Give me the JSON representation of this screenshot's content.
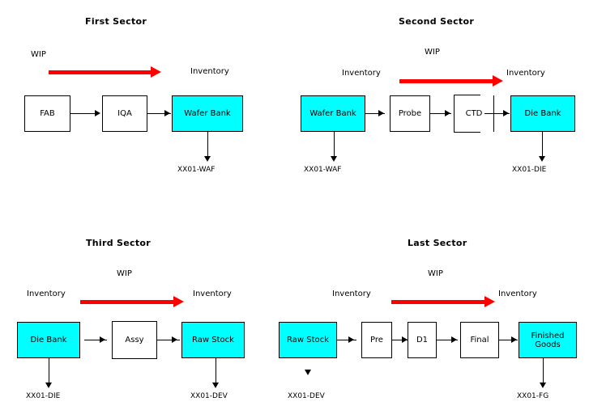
{
  "colors": {
    "inventory_fill": "#00FFFF",
    "wip_arrow": "#FF0000",
    "line": "#000000",
    "background": "#FFFFFF",
    "process_fill": "#FFFFFF"
  },
  "sectors": [
    {
      "title": "First Sector",
      "wip_label": "WIP",
      "inventory_labels": [
        "Inventory"
      ],
      "nodes": [
        {
          "label": "FAB",
          "type": "process"
        },
        {
          "label": "IQA",
          "type": "process"
        },
        {
          "label": "Wafer Bank",
          "type": "inventory"
        }
      ],
      "outputs": [
        {
          "label": "XX01-WAF",
          "from": "Wafer Bank"
        }
      ]
    },
    {
      "title": "Second Sector",
      "wip_label": "WIP",
      "inventory_labels": [
        "Inventory",
        "Inventory"
      ],
      "nodes": [
        {
          "label": "Wafer Bank",
          "type": "inventory"
        },
        {
          "label": "Probe",
          "type": "process"
        },
        {
          "label": "CTD",
          "type": "process"
        },
        {
          "label": "Die Bank",
          "type": "inventory"
        }
      ],
      "outputs": [
        {
          "label": "XX01-WAF",
          "from": "Wafer Bank"
        },
        {
          "label": "XX01-DIE",
          "from": "Die Bank"
        }
      ]
    },
    {
      "title": "Third Sector",
      "wip_label": "WIP",
      "inventory_labels": [
        "Inventory",
        "Inventory"
      ],
      "nodes": [
        {
          "label": "Die Bank",
          "type": "inventory"
        },
        {
          "label": "Assy",
          "type": "process"
        },
        {
          "label": "Raw Stock",
          "type": "inventory"
        }
      ],
      "outputs": [
        {
          "label": "XX01-DIE",
          "from": "Die Bank"
        },
        {
          "label": "XX01-DEV",
          "from": "Raw Stock"
        }
      ]
    },
    {
      "title": "Last Sector",
      "wip_label": "WIP",
      "inventory_labels": [
        "Inventory",
        "Inventory"
      ],
      "nodes": [
        {
          "label": "Raw Stock",
          "type": "inventory"
        },
        {
          "label": "Pre",
          "type": "process"
        },
        {
          "label": "D1",
          "type": "process"
        },
        {
          "label": "Final",
          "type": "process"
        },
        {
          "label": "Finished Goods",
          "type": "inventory"
        }
      ],
      "outputs": [
        {
          "label": "XX01-DEV",
          "from": "Raw Stock"
        },
        {
          "label": "XX01-FG",
          "from": "Finished Goods"
        }
      ]
    }
  ]
}
